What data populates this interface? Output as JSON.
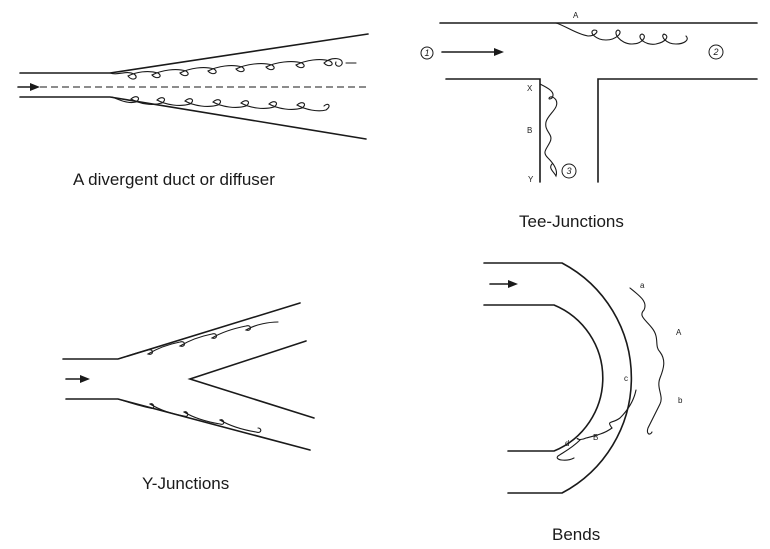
{
  "captions": {
    "diffuser": "A divergent duct or diffuser",
    "tee": "Tee-Junctions",
    "y": "Y-Junctions",
    "bends": "Bends"
  },
  "tee_labels": {
    "a": "A",
    "x": "X",
    "b": "B",
    "y": "Y",
    "circle1": "1",
    "circle2": "2",
    "circle3": "3"
  },
  "bend_labels": {
    "a_small": "a",
    "a_big": "A",
    "b_small": "b",
    "c_small": "c",
    "d_small": "d",
    "b_lower": "B"
  }
}
